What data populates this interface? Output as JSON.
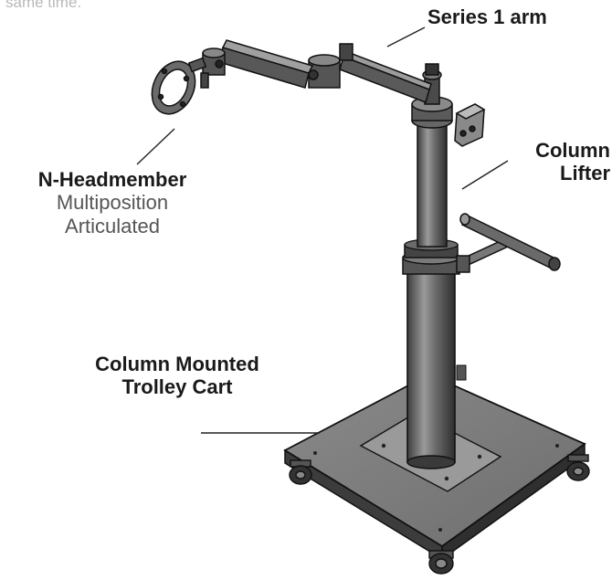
{
  "top_caption": "same time.",
  "labels": {
    "series_arm": "Series 1 arm",
    "column_lifter_line1": "Column",
    "column_lifter_line2": "Lifter",
    "headmember_title": "N-Headmember",
    "headmember_sub1": "Multiposition",
    "headmember_sub2": "Articulated",
    "trolley_line1": "Column Mounted",
    "trolley_line2": "Trolley Cart"
  },
  "colors": {
    "metal_dark": "#4a4a4a",
    "metal_mid": "#7d7d7d",
    "metal_light": "#b5b5b5",
    "outline": "#111111",
    "leader": "#222222"
  }
}
